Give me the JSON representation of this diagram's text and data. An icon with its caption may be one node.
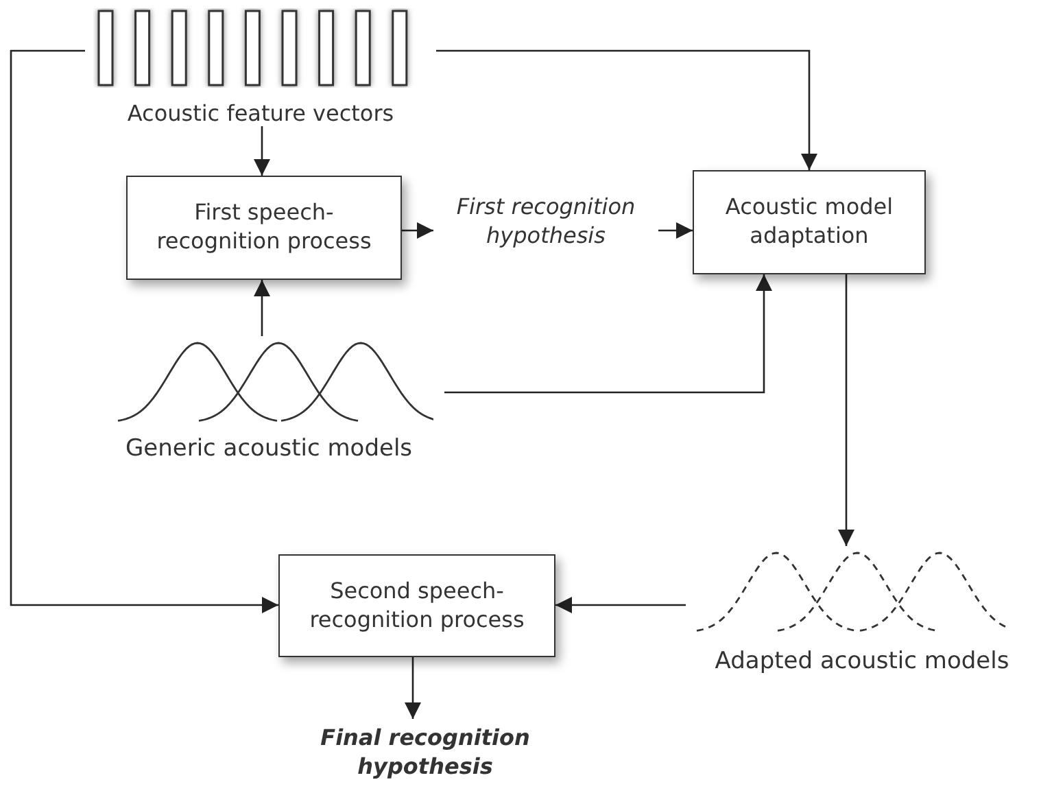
{
  "diagram": {
    "nodes": [
      {
        "text": [
          "Acoustic feature vectors"
        ]
      },
      {
        "text": [
          "First speech-recognition process"
        ]
      },
      {
        "text": [
          "First recognition hypothesis"
        ]
      },
      {
        "text": [
          "Acoustic model adaptation"
        ]
      },
      {
        "text": [
          "Generic acoustic models"
        ]
      },
      {
        "text": [
          "Adapted acoustic models"
        ]
      },
      {
        "text": [
          "Second speech-recognition process"
        ]
      },
      {
        "text": [
          "Final recognition hypothesis"
        ]
      }
    ],
    "edges": [
      {
        "from": 0,
        "to": 1,
        "arrow": "to"
      },
      {
        "from": 0,
        "to": 3,
        "arrow": "to"
      },
      {
        "from": 0,
        "to": 6,
        "arrow": "to"
      },
      {
        "from": 1,
        "to": 2,
        "arrow": "to"
      },
      {
        "from": 2,
        "to": 3,
        "arrow": "to"
      },
      {
        "from": 4,
        "to": 1,
        "arrow": "to"
      },
      {
        "from": 4,
        "to": 3,
        "arrow": "to"
      },
      {
        "from": 3,
        "to": 5,
        "arrow": "to"
      },
      {
        "from": 5,
        "to": 6,
        "arrow": "to"
      },
      {
        "from": 6,
        "to": 7,
        "arrow": "to"
      }
    ]
  }
}
